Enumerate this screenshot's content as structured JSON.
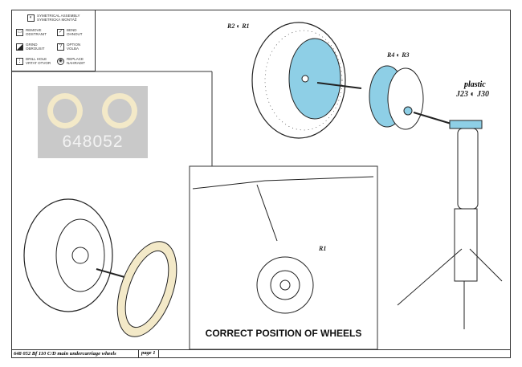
{
  "legend": {
    "symmetrical": "SYMETRICAL ASSEMBLY\nSYMETRICKÁ MONTÁŽ",
    "remove": "REMOVE\nODSTRANIT",
    "bend": "BEND\nOHNOUT",
    "grind": "GRIND\nOBROUSIT",
    "option": "OPTION\nVOLBA",
    "drill": "DRILL HOLE\nVRTAT OTVOR",
    "replace": "REPLACE\nNAHRADIT"
  },
  "fret": {
    "number": "648052"
  },
  "labels": {
    "r2": "R2",
    "r1": "R1",
    "r4": "R4",
    "r3": "R3",
    "plastic": "plastic",
    "j23": "J23",
    "j30": "J30",
    "r1_side": "R1"
  },
  "caption": "CORRECT POSITION OF WHEELS",
  "footer": {
    "title": "648 052  Bf 110 C/D main undercarriage wheels",
    "page": "page 1"
  },
  "colors": {
    "highlight": "#8ecfe6",
    "etch": "#f3e9c8",
    "fret": "#c9c9c9"
  }
}
